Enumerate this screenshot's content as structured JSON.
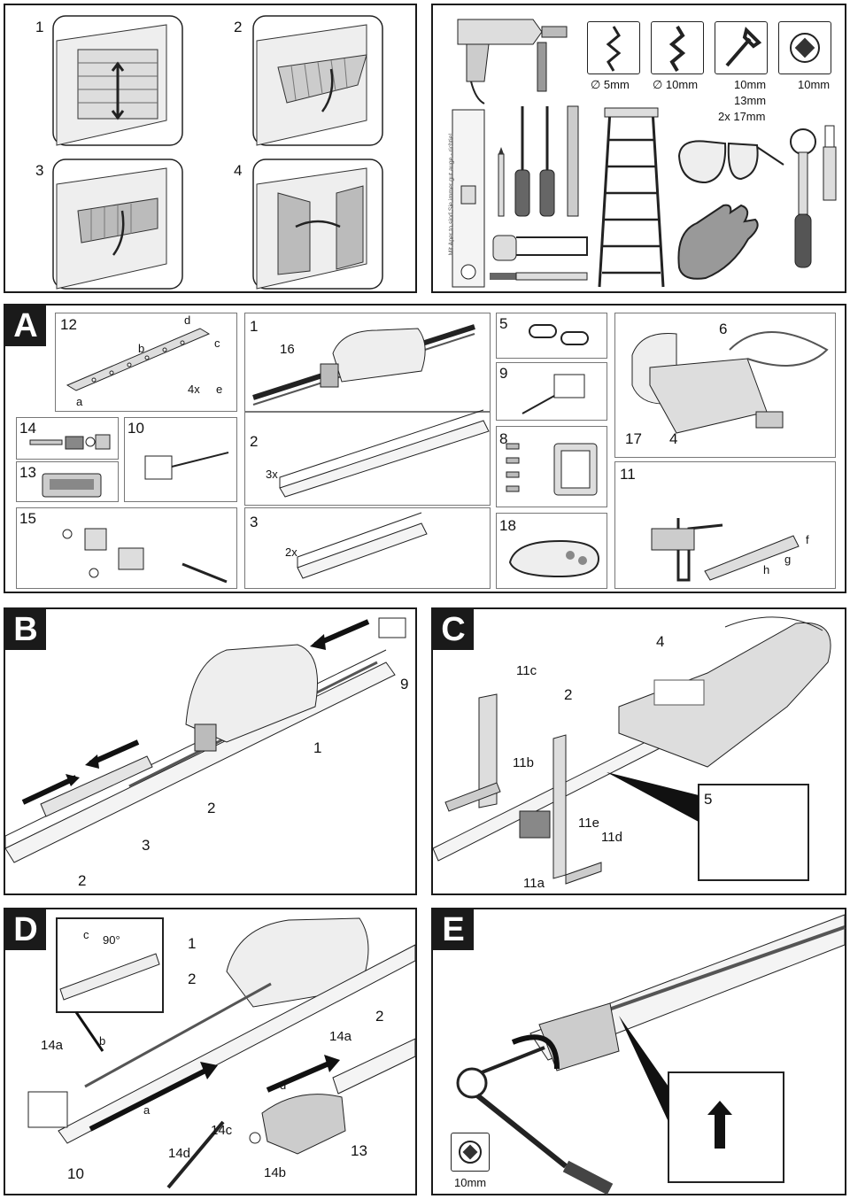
{
  "top_left": {
    "steps": [
      "1",
      "2",
      "3",
      "4"
    ]
  },
  "tools": {
    "drill_bits": [
      {
        "label": "∅ 5mm"
      },
      {
        "label": "∅ 10mm"
      }
    ],
    "wrenches": [
      "10mm",
      "13mm",
      "2x 17mm"
    ],
    "socket": "10mm",
    "level_text": "Mit Aper to sind Sie immer gut auge - richtie!"
  },
  "panel_A": {
    "letter": "A",
    "items": {
      "i12": "12",
      "i1": "1",
      "i16": "16",
      "i5": "5",
      "i6": "6",
      "i9": "9",
      "i8": "8",
      "i14": "14",
      "i10": "10",
      "i13": "13",
      "i2": "2",
      "i3": "3",
      "i15": "15",
      "i18": "18",
      "i17": "17",
      "i4": "4",
      "i11": "11",
      "qty_3x": "3x",
      "qty_2x": "2x",
      "qty_4x": "4x",
      "a": "a",
      "b": "b",
      "c": "c",
      "d": "d",
      "e": "e",
      "f": "f",
      "g": "g",
      "h": "h"
    }
  },
  "panel_B": {
    "letter": "B",
    "labels": [
      "1",
      "2",
      "3",
      "2",
      "9"
    ]
  },
  "panel_C": {
    "letter": "C",
    "labels": [
      "4",
      "11c",
      "2",
      "11b",
      "11e",
      "11d",
      "11a",
      "5"
    ]
  },
  "panel_D": {
    "letter": "D",
    "labels": [
      "1",
      "2",
      "2",
      "14a",
      "14a",
      "10",
      "13",
      "14b",
      "14c",
      "14d"
    ],
    "angle": "90°",
    "steps": [
      "a",
      "b",
      "c",
      "d"
    ]
  },
  "panel_E": {
    "letter": "E",
    "socket": "10mm"
  }
}
